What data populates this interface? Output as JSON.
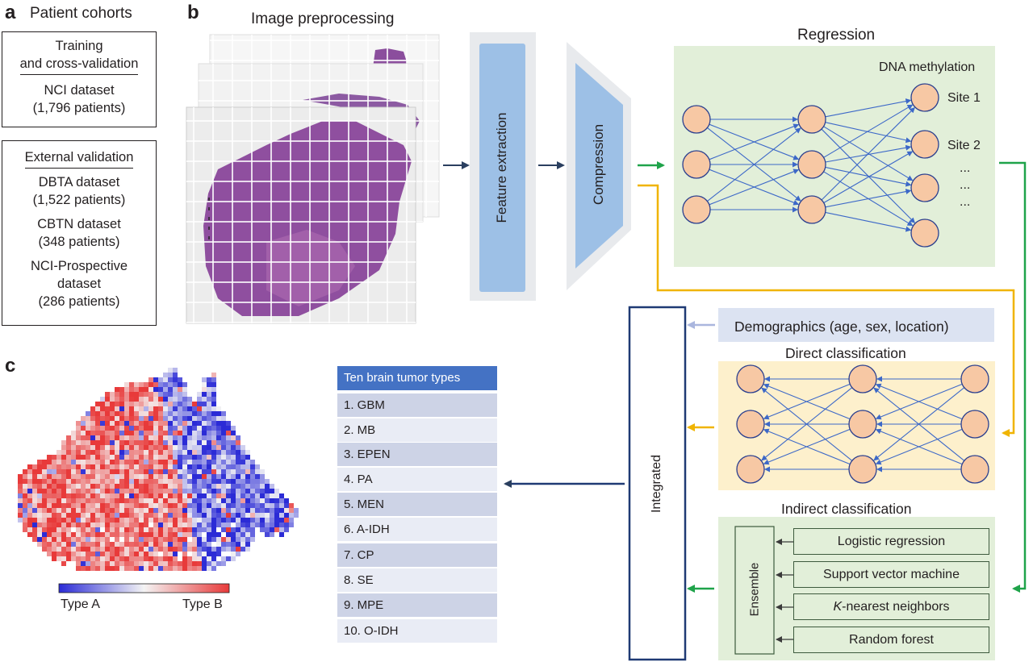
{
  "panels": {
    "a": "a",
    "b": "b",
    "c": "c"
  },
  "panel_a": {
    "title": "Patient cohorts",
    "training": {
      "heading_1": "Training",
      "heading_2": "and cross-validation",
      "dataset": "NCI dataset",
      "patients": "(1,796 patients)"
    },
    "external": {
      "heading": "External validation",
      "datasets": [
        {
          "name": "DBTA dataset",
          "patients": "(1,522 patients)"
        },
        {
          "name": "CBTN dataset",
          "patients": "(348 patients)"
        },
        {
          "name": "NCI-Prospective",
          "name_2": "dataset",
          "patients": "(286 patients)"
        }
      ]
    }
  },
  "panel_b": {
    "preprocessing_title": "Image preprocessing",
    "feature_extraction": "Feature extraction",
    "compression": "Compression",
    "regression_title": "Regression",
    "dna_methylation": "DNA methylation",
    "sites": [
      "Site 1",
      "Site 2",
      "...",
      "...",
      "..."
    ],
    "demographics": "Demographics (age, sex, location)",
    "direct_title": "Direct classification",
    "indirect_title": "Indirect classification",
    "ensemble": "Ensemble",
    "models": [
      "Logistic regression",
      "Support vector machine",
      "K-nearest neighbors",
      "Random forest"
    ],
    "integrated": "Integrated",
    "colors": {
      "green_panel": "#e2efd9",
      "yellow_panel": "#fdf0cc",
      "node_fill": "#f7c8a4",
      "edge": "#3c68c8",
      "green_arrow": "#1fa34a",
      "yellow_arrow": "#f0b400",
      "navy": "#1f3a74"
    }
  },
  "tumor_table": {
    "header": "Ten brain tumor types",
    "items": [
      "1. GBM",
      "2. MB",
      "3. EPEN",
      "4. PA",
      "5. MEN",
      "6. A-IDH",
      "7. CP",
      "8. SE",
      "9. MPE",
      "10. O-IDH"
    ]
  },
  "panel_c": {
    "legend_low": "Type A",
    "legend_high": "Type B",
    "colors": {
      "low": "#2b2bd6",
      "mid": "#f4f4f4",
      "high": "#e83a3a"
    }
  }
}
